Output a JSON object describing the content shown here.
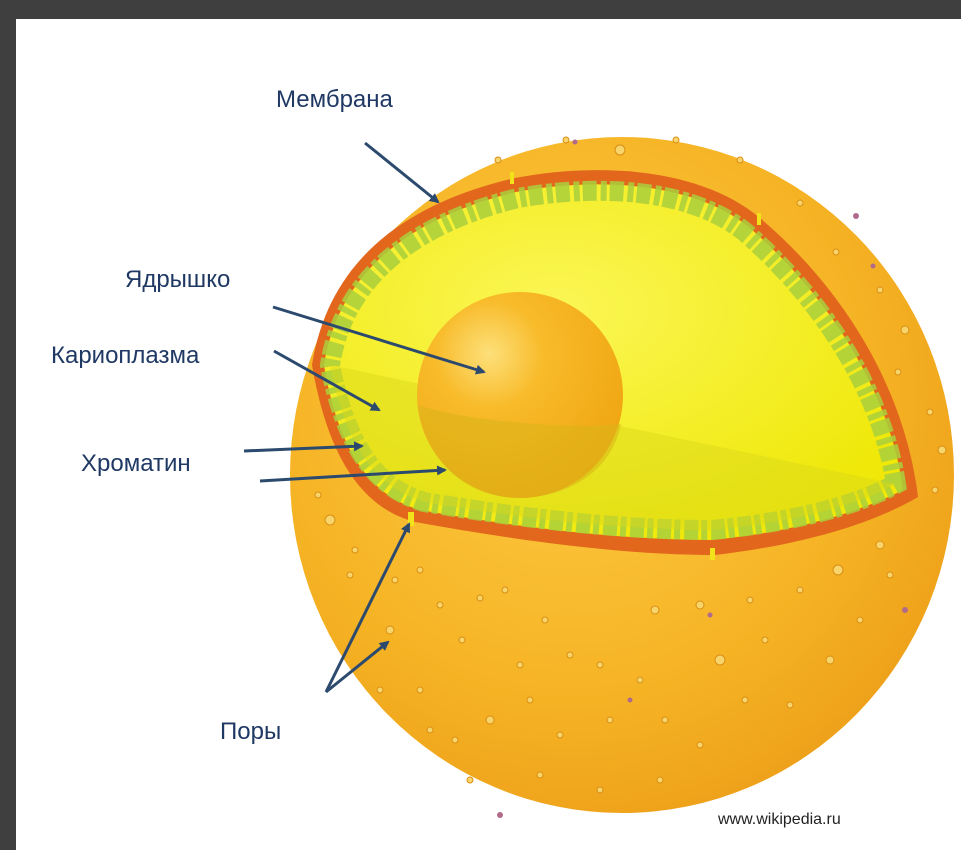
{
  "labels": {
    "membrane": "Мембрана",
    "nucleolus": "Ядрышко",
    "karyoplasm": "Кариоплазма",
    "chromatin": "Хроматин",
    "pores": "Поры"
  },
  "credit": "www.wikipedia.ru",
  "colors": {
    "frame": "#3f3f3f",
    "label_text": "#1f3864",
    "arrow": "#2c4a6e",
    "cytoplasm": "#f5b324",
    "envelope": "#e2671d",
    "karyoplasm": "#f1ec0a",
    "chromatin": "#a9cf3c",
    "nucleolus": "#f6b01c"
  },
  "icons": {
    "cell": "cell-nucleus-illustration",
    "arrows": "pointer-arrow-icon"
  }
}
